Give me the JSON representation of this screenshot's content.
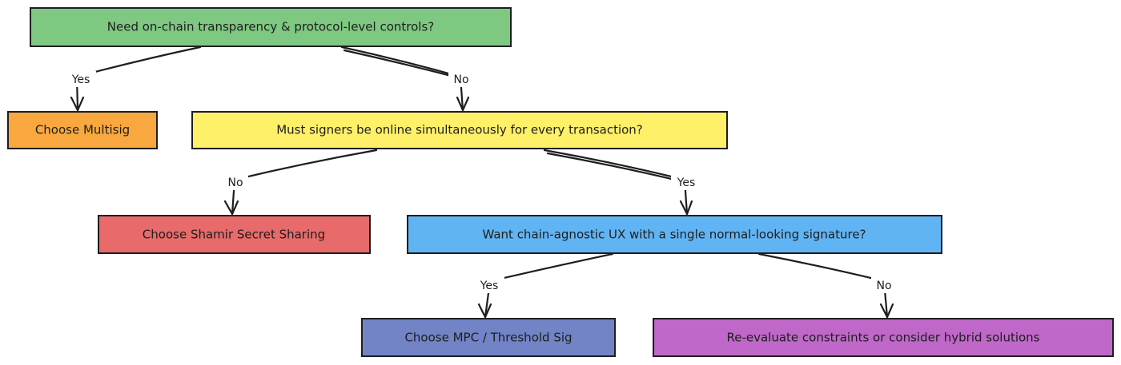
{
  "colors": {
    "green": "#7ec882",
    "orange": "#f8a83e",
    "yellow": "#fff06a",
    "red": "#e86a6a",
    "blue": "#61b4f4",
    "indigo": "#7283c6",
    "purple": "#bf68c9",
    "stroke": "#1e1e1e"
  },
  "nodes": {
    "onchain": {
      "text": "Need on-chain transparency & protocol-level controls?"
    },
    "multisig": {
      "text": "Choose Multisig"
    },
    "online": {
      "text": "Must signers be online simultaneously for every transaction?"
    },
    "shamir": {
      "text": "Choose Shamir Secret Sharing"
    },
    "chainagnostic": {
      "text": "Want chain-agnostic UX with a single normal-looking signature?"
    },
    "mpc": {
      "text": "Choose MPC / Threshold Sig"
    },
    "reevaluate": {
      "text": "Re-evaluate constraints or consider hybrid solutions"
    }
  },
  "edges": {
    "e1": {
      "label": "Yes"
    },
    "e2": {
      "label": "No"
    },
    "e3": {
      "label": "No"
    },
    "e4": {
      "label": "Yes"
    },
    "e5": {
      "label": "Yes"
    },
    "e6": {
      "label": "No"
    }
  }
}
